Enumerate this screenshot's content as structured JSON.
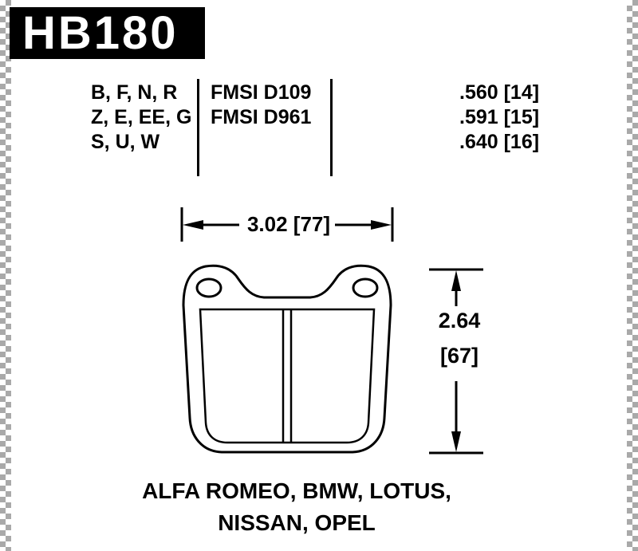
{
  "colors": {
    "ink": "#000000",
    "paper": "#ffffff",
    "plate_background": "#000000",
    "plate_text": "#ffffff",
    "edge_checker_dark": "#a9a9a9",
    "edge_checker_light": "#ffffff"
  },
  "header": {
    "part_number": "HB180"
  },
  "spec_table": {
    "compound_rows": [
      "B, F, N, R",
      "Z, E, EE, G",
      "S, U, W"
    ],
    "fmsi_rows": [
      "FMSI D109",
      "FMSI D961"
    ],
    "thickness_rows": [
      ".560 [14]",
      ".591 [15]",
      ".640 [16]"
    ]
  },
  "dimensions": {
    "width_label": "3.02 [77]",
    "height_label_inches": "2.64",
    "height_label_mm": "[67]"
  },
  "applications": {
    "line1": "ALFA ROMEO, BMW, LOTUS,",
    "line2": "NISSAN, OPEL"
  }
}
